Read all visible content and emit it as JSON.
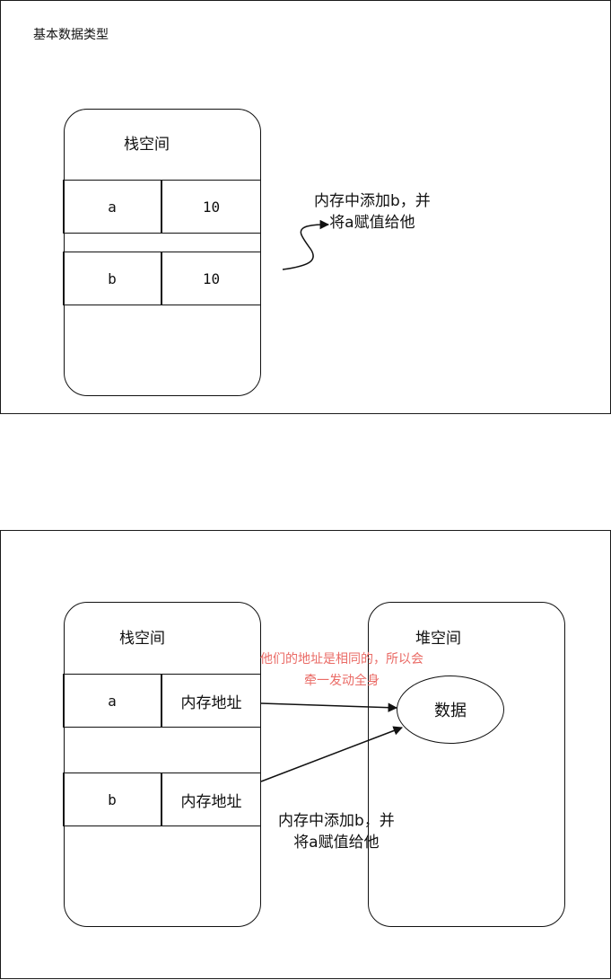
{
  "diagram1": {
    "title": "基本数据类型",
    "stack_title": "栈空间",
    "rows": [
      {
        "name": "a",
        "value": "10"
      },
      {
        "name": "b",
        "value": "10"
      }
    ],
    "note_line1": "内存中添加b，并",
    "note_line2": "将a赋值给他"
  },
  "diagram2": {
    "stack_title": "栈空间",
    "heap_title": "堆空间",
    "rows": [
      {
        "name": "a",
        "value": "内存地址"
      },
      {
        "name": "b",
        "value": "内存地址"
      }
    ],
    "heap_data": "数据",
    "red_note_line1": "他们的地址是相同的，所以会",
    "red_note_line2": "牵一发动全身",
    "note_line1": "内存中添加b，并",
    "note_line2": "将a赋值给他"
  },
  "colors": {
    "stroke": "#111111",
    "red_note": "#ea6b66"
  }
}
